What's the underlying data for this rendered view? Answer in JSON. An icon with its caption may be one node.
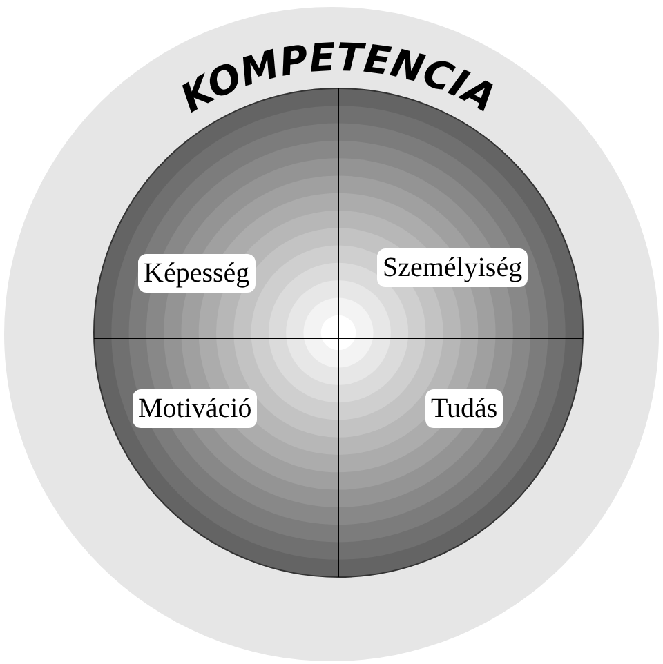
{
  "diagram": {
    "nodes": [
      {
        "text": [
          "KOMPETENCIA"
        ]
      },
      {
        "text": [
          "Képesség"
        ],
        "in": 0
      },
      {
        "text": [
          "Személyiség"
        ],
        "in": 0
      },
      {
        "text": [
          "Motiváció"
        ],
        "in": 0
      },
      {
        "text": [
          "Tudás"
        ],
        "in": 0
      }
    ],
    "edges": []
  }
}
